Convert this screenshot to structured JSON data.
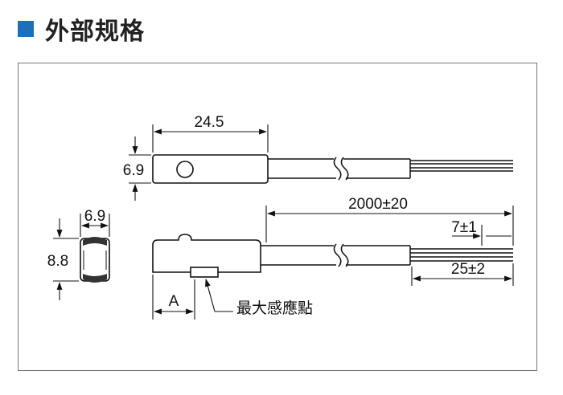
{
  "header": {
    "title": "外部规格",
    "accent_color": "#1c6fb8"
  },
  "drawing": {
    "top_view": {
      "length": "24.5",
      "height": "6.9"
    },
    "end_view": {
      "width": "6.9",
      "height": "8.8"
    },
    "side_view": {
      "cable_length": "2000±20",
      "strip_length_short": "7±1",
      "strip_length_long": "25±2",
      "sensing_offset": "A",
      "sensing_point_label": "最大感應點"
    }
  }
}
